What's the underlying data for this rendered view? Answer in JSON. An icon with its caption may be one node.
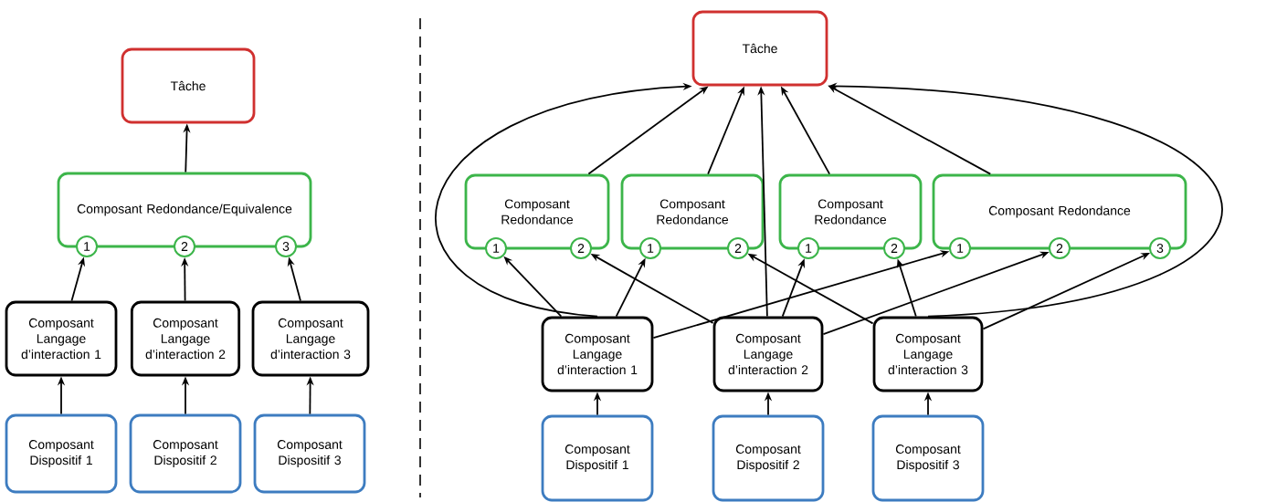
{
  "diagram": {
    "nodes": [
      {
        "text": [
          "Tâche"
        ]
      },
      {
        "text": [
          "Composant Redondance/Equivalence"
        ]
      },
      {
        "text": [
          "1"
        ]
      },
      {
        "text": [
          "2"
        ]
      },
      {
        "text": [
          "3"
        ]
      },
      {
        "text": [
          "Composant Langage d’interaction 1"
        ]
      },
      {
        "text": [
          "Composant Langage d’interaction 2"
        ]
      },
      {
        "text": [
          "Composant Langage d’interaction 3"
        ]
      },
      {
        "text": [
          "Composant Dispositif 1"
        ]
      },
      {
        "text": [
          "Composant Dispositif 2"
        ]
      },
      {
        "text": [
          "Composant Dispositif 3"
        ]
      },
      {
        "text": [
          "Tâche"
        ]
      },
      {
        "text": [
          "Composant Redondance"
        ]
      },
      {
        "text": [
          "1"
        ]
      },
      {
        "text": [
          "2"
        ]
      },
      {
        "text": [
          "Composant Redondance"
        ]
      },
      {
        "text": [
          "1"
        ]
      },
      {
        "text": [
          "2"
        ]
      },
      {
        "text": [
          "Composant Redondance"
        ]
      },
      {
        "text": [
          "1"
        ]
      },
      {
        "text": [
          "2"
        ]
      },
      {
        "text": [
          "Composant Redondance"
        ]
      },
      {
        "text": [
          "1"
        ]
      },
      {
        "text": [
          "2"
        ]
      },
      {
        "text": [
          "3"
        ]
      },
      {
        "text": [
          "Composant Langage d’interaction 1"
        ]
      },
      {
        "text": [
          "Composant Langage d’interaction 2"
        ]
      },
      {
        "text": [
          "Composant Langage d’interaction 3"
        ]
      },
      {
        "text": [
          "Composant Dispositif 1"
        ]
      },
      {
        "text": [
          "Composant Dispositif 2"
        ]
      },
      {
        "text": [
          "Composant Dispositif 3"
        ]
      }
    ],
    "edges": [
      {
        "from": 1,
        "to": 0,
        "arrow": "to"
      },
      {
        "from": 5,
        "to": 2,
        "arrow": "to"
      },
      {
        "from": 6,
        "to": 3,
        "arrow": "to"
      },
      {
        "from": 7,
        "to": 4,
        "arrow": "to"
      },
      {
        "from": 8,
        "to": 5,
        "arrow": "to"
      },
      {
        "from": 9,
        "to": 6,
        "arrow": "to"
      },
      {
        "from": 10,
        "to": 7,
        "arrow": "to"
      },
      {
        "from": 25,
        "to": 11,
        "arrow": "to"
      },
      {
        "from": 12,
        "to": 11,
        "arrow": "to"
      },
      {
        "from": 15,
        "to": 11,
        "arrow": "to"
      },
      {
        "from": 26,
        "to": 11,
        "arrow": "to"
      },
      {
        "from": 18,
        "to": 11,
        "arrow": "to"
      },
      {
        "from": 21,
        "to": 11,
        "arrow": "to"
      },
      {
        "from": 27,
        "to": 11,
        "arrow": "to"
      },
      {
        "from": 25,
        "to": 13,
        "arrow": "to"
      },
      {
        "from": 26,
        "to": 14,
        "arrow": "to"
      },
      {
        "from": 25,
        "to": 16,
        "arrow": "to"
      },
      {
        "from": 27,
        "to": 17,
        "arrow": "to"
      },
      {
        "from": 26,
        "to": 19,
        "arrow": "to"
      },
      {
        "from": 27,
        "to": 20,
        "arrow": "to"
      },
      {
        "from": 25,
        "to": 22,
        "arrow": "to"
      },
      {
        "from": 26,
        "to": 23,
        "arrow": "to"
      },
      {
        "from": 27,
        "to": 24,
        "arrow": "to"
      },
      {
        "from": 28,
        "to": 25,
        "arrow": "to"
      },
      {
        "from": 29,
        "to": 26,
        "arrow": "to"
      },
      {
        "from": 30,
        "to": 27,
        "arrow": "to"
      }
    ]
  }
}
